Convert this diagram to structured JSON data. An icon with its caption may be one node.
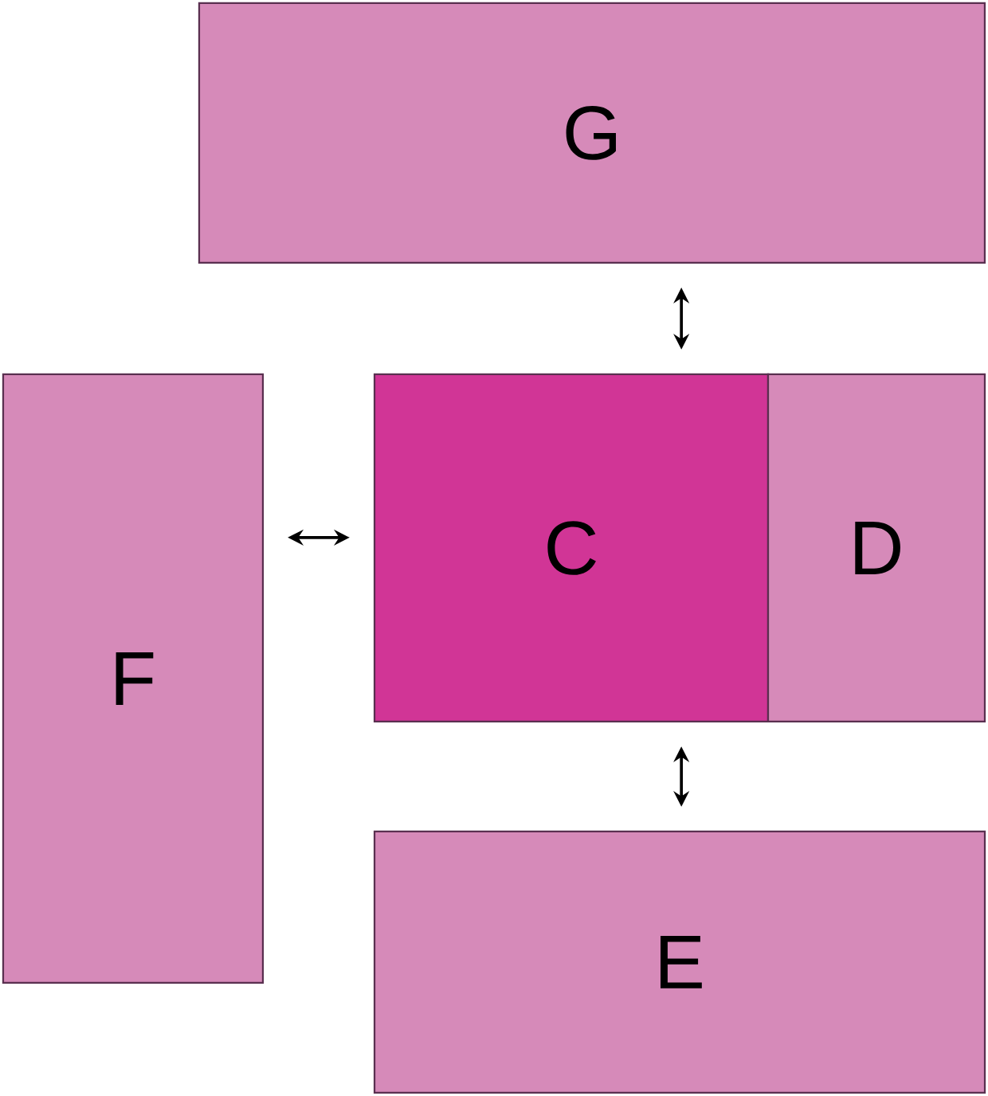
{
  "diagram": {
    "nodes": [
      {
        "text": [
          "G"
        ]
      },
      {
        "text": [
          "C"
        ]
      },
      {
        "text": [
          "D"
        ]
      },
      {
        "text": [
          "F"
        ]
      },
      {
        "text": [
          "E"
        ]
      }
    ],
    "edges": [
      {
        "from": 0,
        "to": 1,
        "arrow": "both"
      },
      {
        "from": 3,
        "to": 1,
        "arrow": "both"
      },
      {
        "from": 1,
        "to": 4,
        "arrow": "both"
      }
    ]
  }
}
